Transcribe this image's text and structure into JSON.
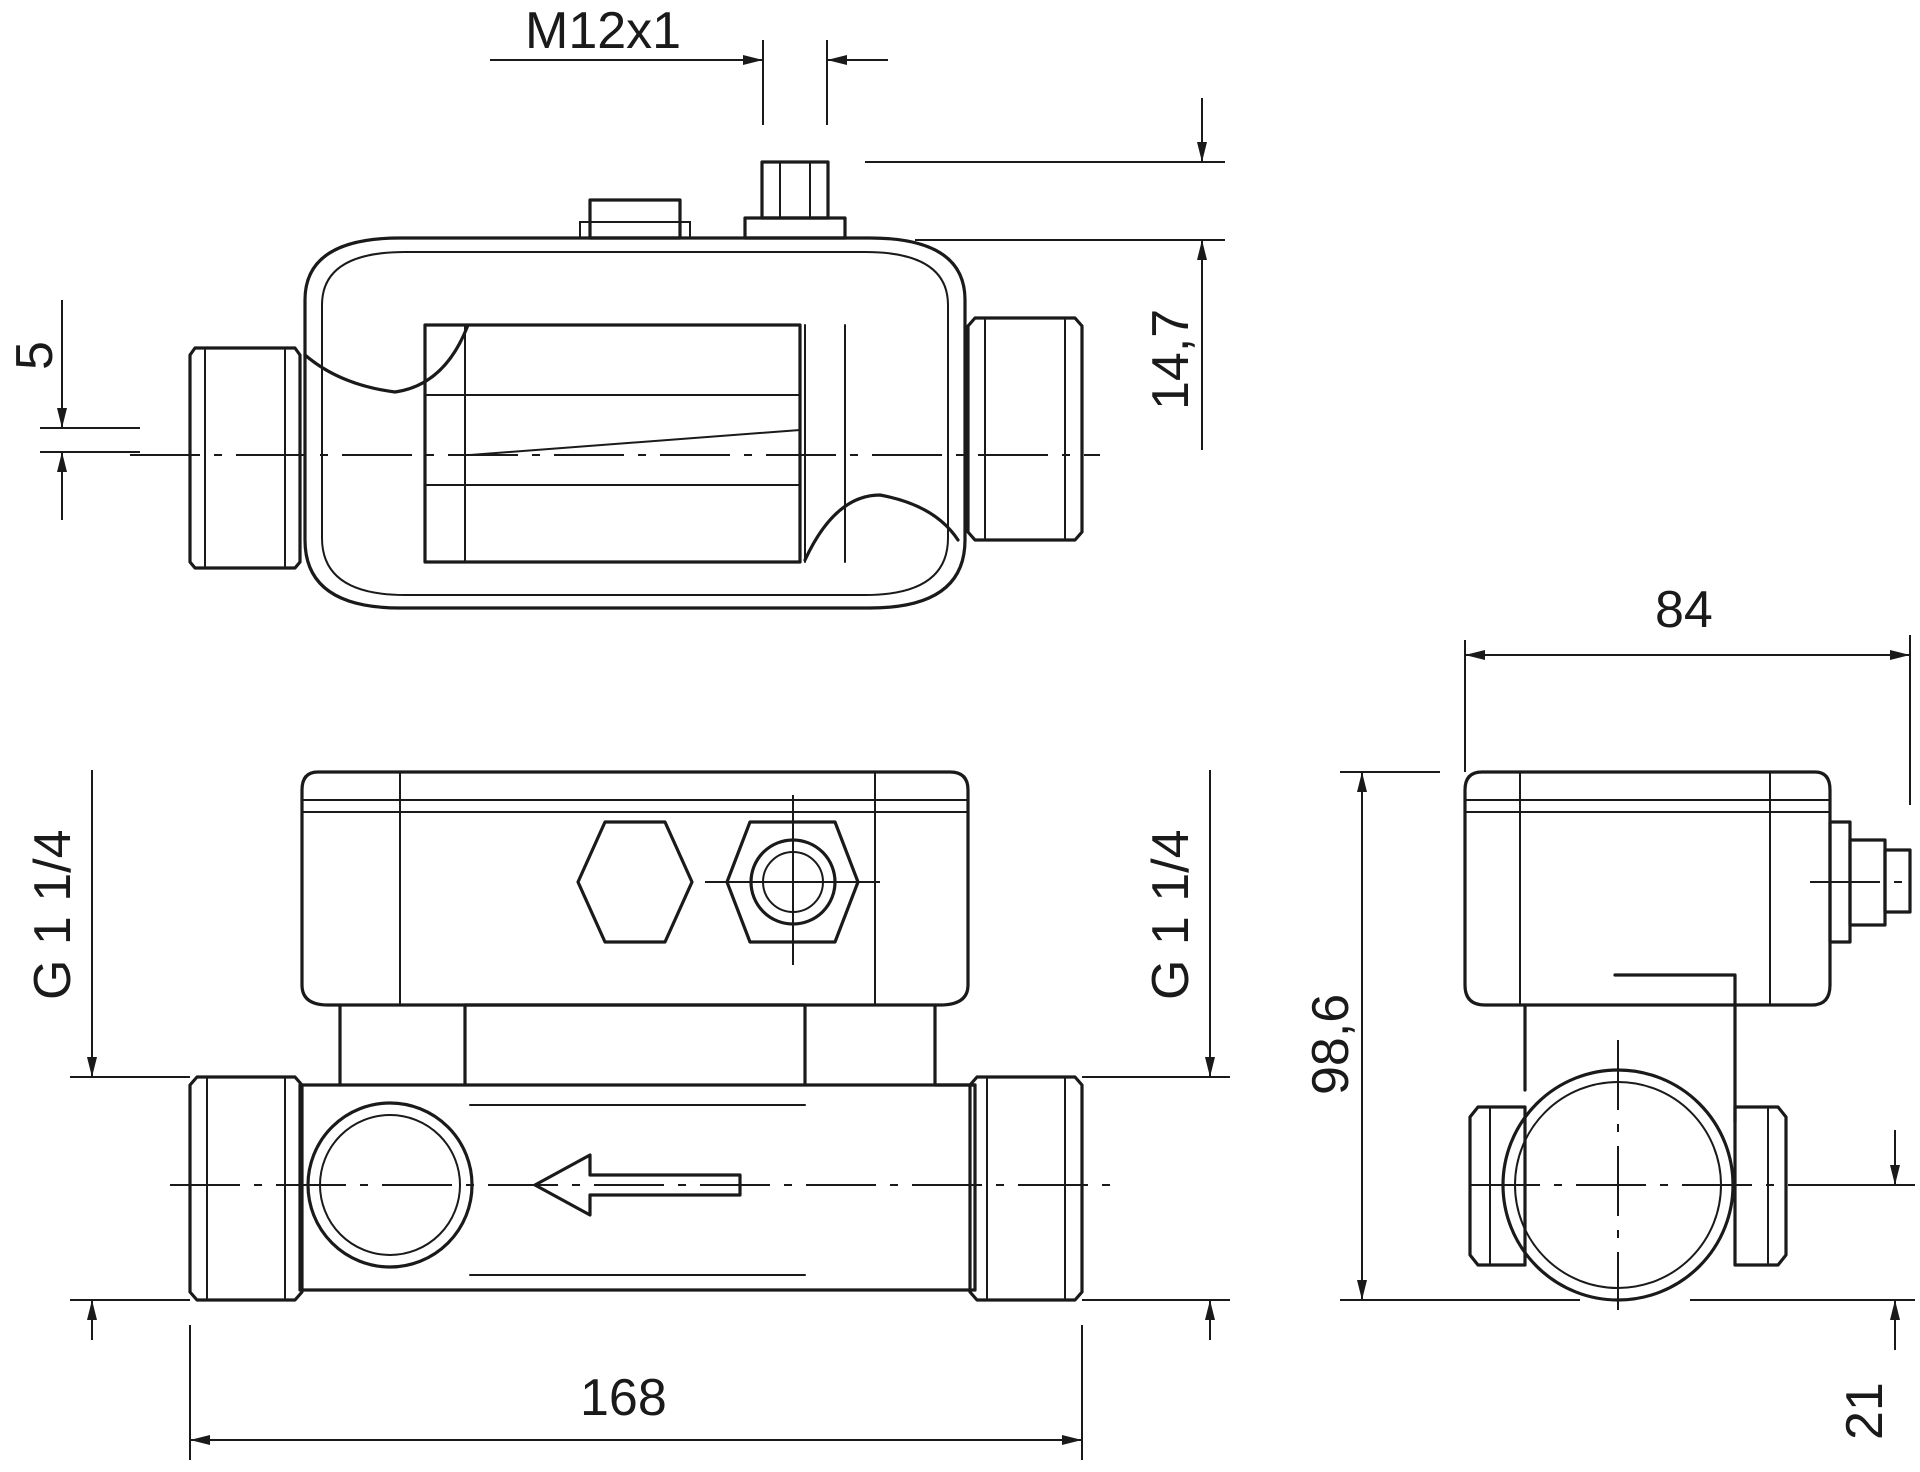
{
  "drawing": {
    "dimensions": {
      "thread_connector": "M12x1",
      "offset_5": "5",
      "height_14_7": "14,7",
      "pipe_thread_left": "G 1 1/4",
      "pipe_thread_right": "G 1 1/4",
      "length_168": "168",
      "width_84": "84",
      "height_98_6": "98,6",
      "height_21": "21"
    }
  }
}
